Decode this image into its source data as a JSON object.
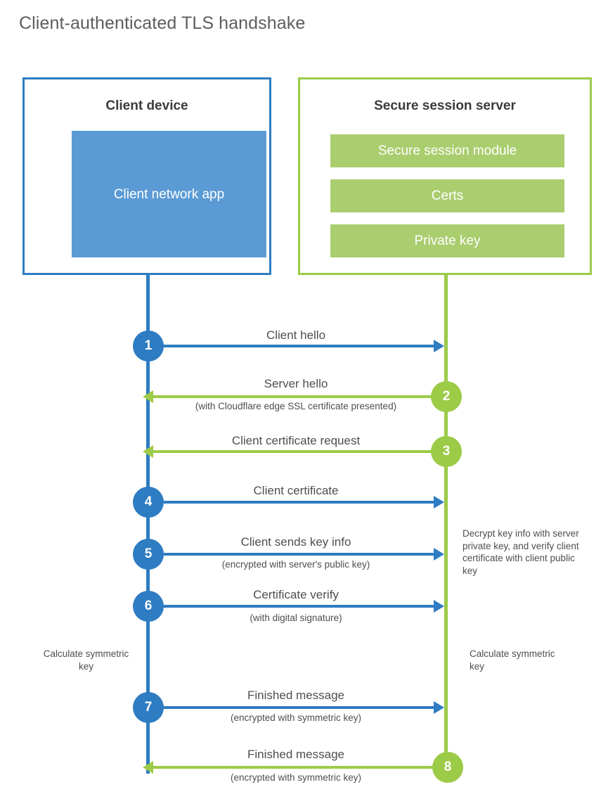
{
  "title": "Client-authenticated TLS handshake",
  "colors": {
    "client_blue": "#2e7cc2",
    "client_app_fill": "#5b9bd5",
    "server_green": "#9ccb48",
    "server_module_fill": "#aacd6e",
    "text_gray": "#4d4e50",
    "title_gray": "#5c5d60",
    "background": "#ffffff"
  },
  "client": {
    "title": "Client device",
    "app_label": "Client network app"
  },
  "server": {
    "title": "Secure session server",
    "modules": [
      {
        "label": "Secure session module"
      },
      {
        "label": "Certs"
      },
      {
        "label": "Private key"
      }
    ]
  },
  "steps": [
    {
      "number": "1",
      "label": "Client hello",
      "sublabel": "",
      "direction": "client-to-server",
      "color": "blue"
    },
    {
      "number": "2",
      "label": "Server hello",
      "sublabel": "(with Cloudflare edge SSL certificate presented)",
      "direction": "server-to-client",
      "color": "green"
    },
    {
      "number": "3",
      "label": "Client certificate request",
      "sublabel": "",
      "direction": "server-to-client",
      "color": "green"
    },
    {
      "number": "4",
      "label": "Client certificate",
      "sublabel": "",
      "direction": "client-to-server",
      "color": "blue"
    },
    {
      "number": "5",
      "label": "Client sends key info",
      "sublabel": "(encrypted with server's public key)",
      "direction": "client-to-server",
      "color": "blue"
    },
    {
      "number": "6",
      "label": "Certificate verify",
      "sublabel": "(with digital signature)",
      "direction": "client-to-server",
      "color": "blue"
    },
    {
      "number": "7",
      "label": "Finished message",
      "sublabel": "(encrypted with symmetric key)",
      "direction": "client-to-server",
      "color": "blue"
    },
    {
      "number": "8",
      "label": "Finished message",
      "sublabel": "(encrypted with symmetric key)",
      "direction": "server-to-client",
      "color": "green"
    }
  ],
  "notes": {
    "server_decrypt": "Decrypt key info with server private key, and verify client certificate with client public key",
    "client_calculate": "Calculate symmetric key",
    "server_calculate": "Calculate symmetric key"
  }
}
